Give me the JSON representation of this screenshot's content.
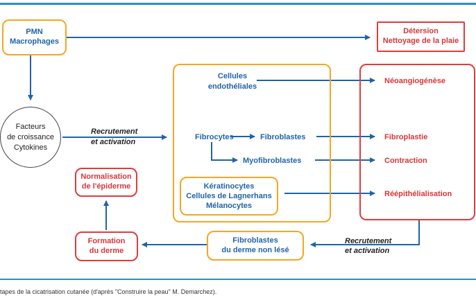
{
  "nodes": {
    "pmn": "PMN",
    "macrophages": "Macrophages",
    "facteurs_1": "Facteurs",
    "facteurs_2": "de croissance",
    "facteurs_3": "Cytokines",
    "recrutement_1": "Recrutement",
    "recrutement_2": "et activation",
    "detersion_1": "Détersion",
    "detersion_2": "Nettoyage de la plaie",
    "cellules_1": "Cellules",
    "cellules_2": "endothéliales",
    "fibrocytes": "Fibrocytes",
    "fibroblastes": "Fibroblastes",
    "myofibroblastes": "Myofibroblastes",
    "kera_1": "Kératinocytes",
    "kera_2": "Cellules de Lagnerhans",
    "kera_3": "Mélanocytes",
    "neoangio": "Néoangiogénèse",
    "fibroplastie": "Fibroplastie",
    "contraction": "Contraction",
    "reepith": "Réépithélialisation",
    "recrutement2_1": "Recrutement",
    "recrutement2_2": "et activation",
    "fibro_derme_1": "Fibroblastes",
    "fibro_derme_2": "du derme non lésé",
    "formation_1": "Formation",
    "formation_2": "du derme",
    "normal_1": "Normalisation",
    "normal_2": "de l'épiderme"
  },
  "caption": "tapes de la cicatrisation cutanée (d'après \"Construire la peau\" M. Demarchez).",
  "colors": {
    "blue": "#1f63a8",
    "red": "#e03b3b",
    "orange": "#f4a623"
  }
}
